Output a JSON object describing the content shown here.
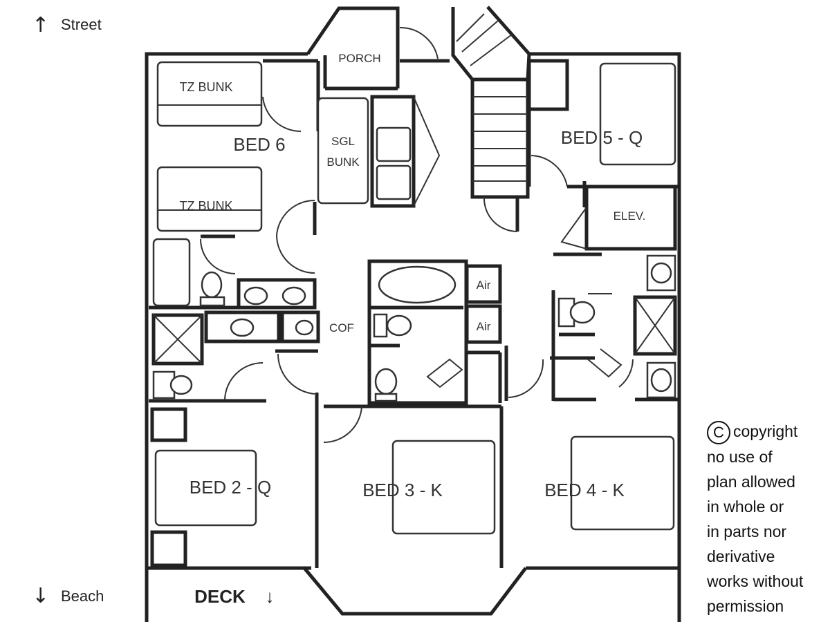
{
  "directions": {
    "street_arrow": "↑",
    "street_label": "Street",
    "beach_arrow": "↓",
    "beach_label": "Beach",
    "deck_arrow": "↓"
  },
  "rooms": {
    "porch": "PORCH",
    "tz_bunk_top": "TZ BUNK",
    "tz_bunk_bottom": "TZ BUNK",
    "bed6": "BED 6",
    "sgl_line1": "SGL",
    "sgl_line2": "BUNK",
    "bed5": "BED 5 - Q",
    "elev": "ELEV.",
    "air1": "Air",
    "air2": "Air",
    "cof": "COF",
    "bed2": "BED 2 - Q",
    "bed3": "BED 3 - K",
    "bed4": "BED 4 - K",
    "deck": "DECK"
  },
  "notice": {
    "symbol": "C",
    "line1": "copyright",
    "line2": "no use of",
    "line3": "plan allowed",
    "line4": "in whole or",
    "line5": "in parts nor",
    "line6": "derivative",
    "line7": "works without",
    "line8": "permission"
  }
}
